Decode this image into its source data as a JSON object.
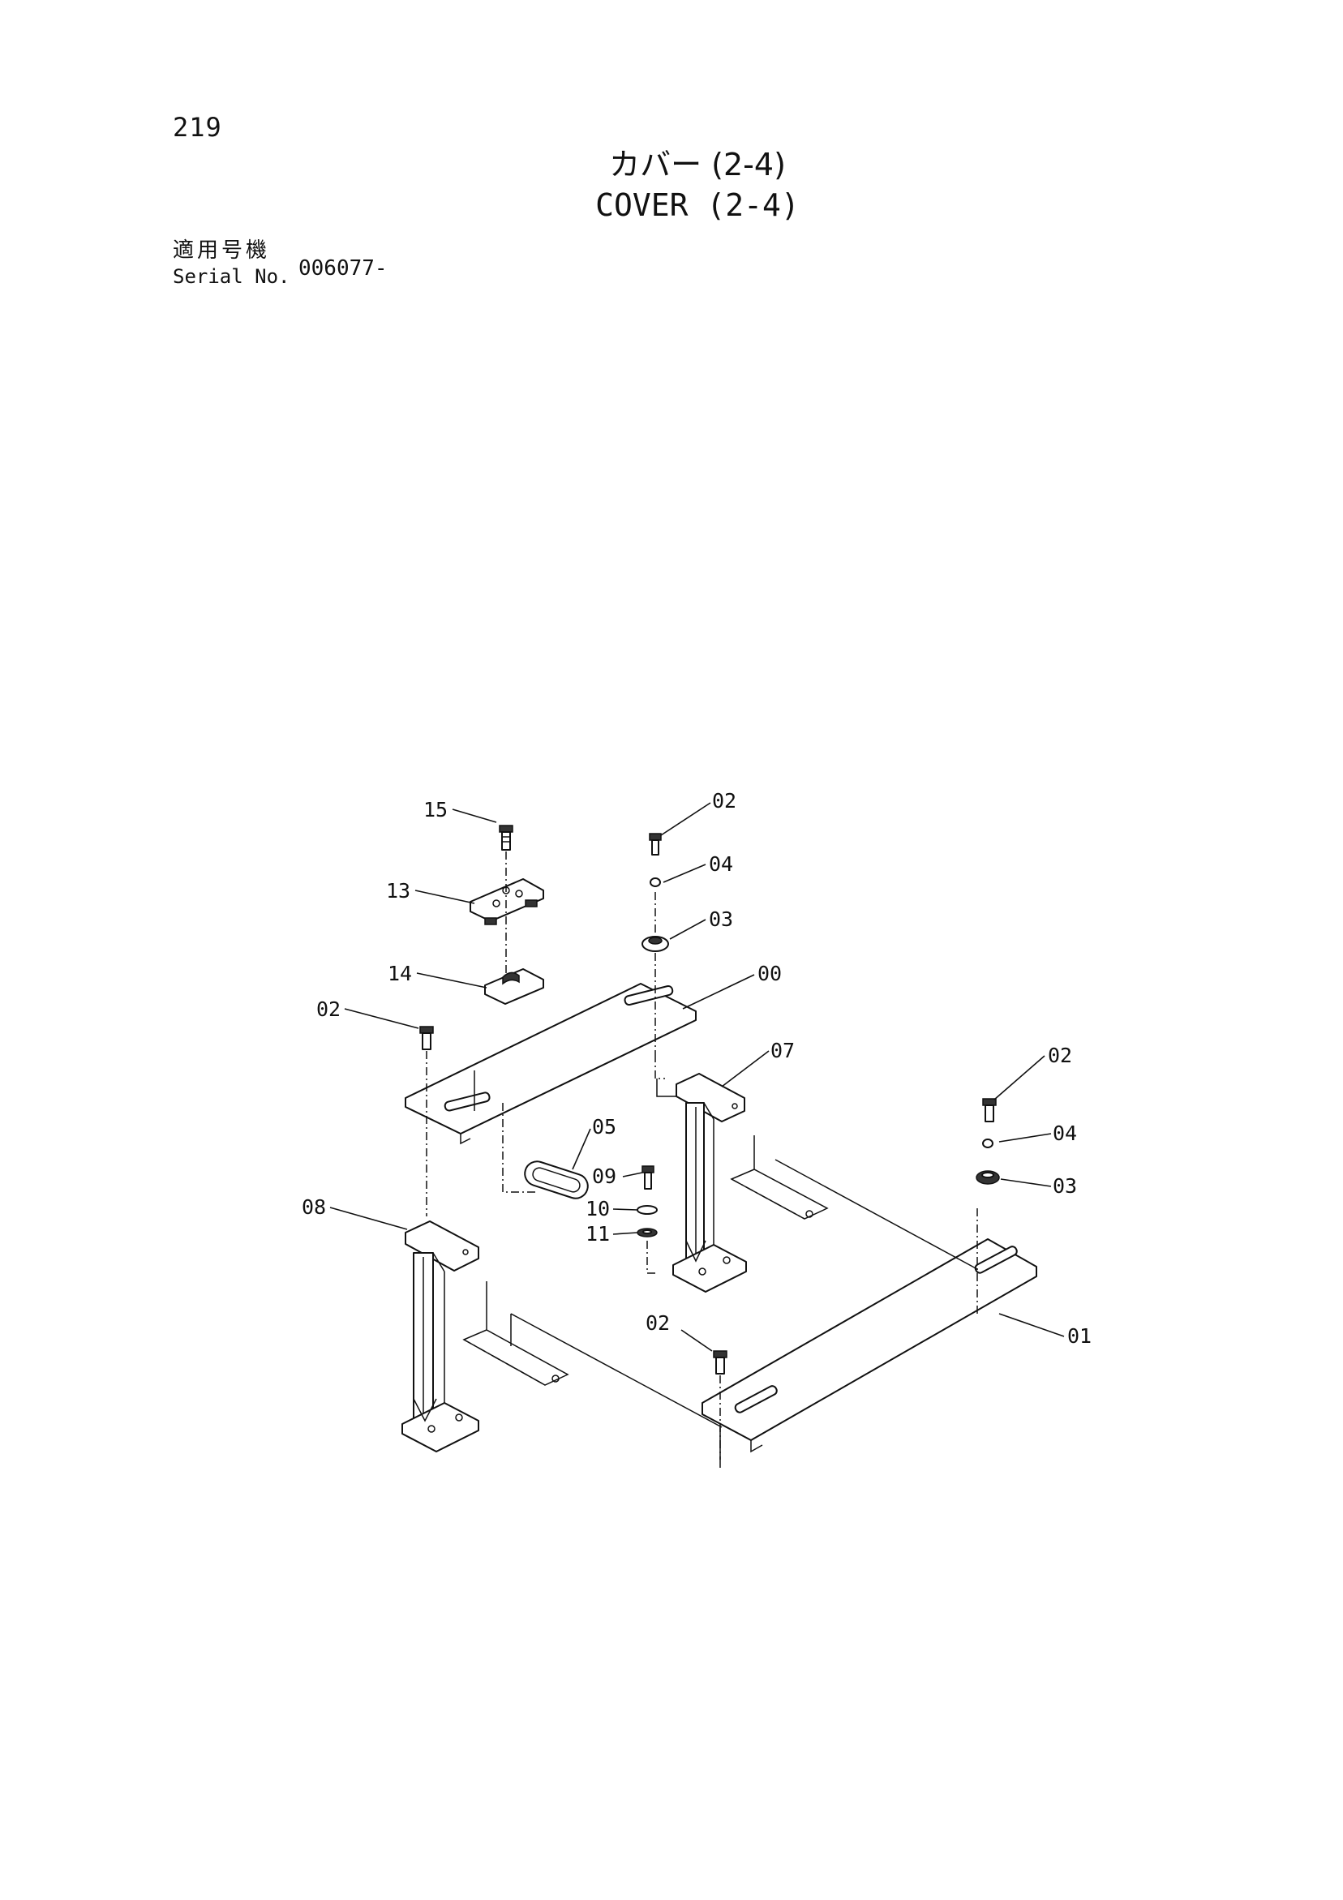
{
  "page": {
    "number": "219",
    "title_jp": "カバー (2-4)",
    "title_en": "COVER (2-4)",
    "serial_label_jp": "適用号機",
    "serial_label_en": "Serial No.",
    "serial_value": "006077-"
  },
  "diagram": {
    "callouts": {
      "c15": "15",
      "c13": "13",
      "c14": "14",
      "c02a": "02",
      "c04a": "04",
      "c03a": "03",
      "c00": "00",
      "c02b": "02",
      "c07": "07",
      "c05": "05",
      "c09": "09",
      "c10": "10",
      "c11": "11",
      "c08": "08",
      "c02c": "02",
      "c04b": "04",
      "c03b": "03",
      "c02d": "02",
      "c01": "01"
    }
  }
}
